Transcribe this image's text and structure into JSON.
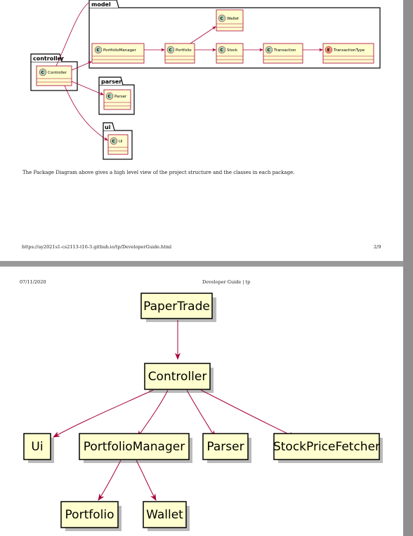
{
  "page1": {
    "packages": {
      "model": "model",
      "controller": "controller",
      "parser": "parser",
      "ui": "ui"
    },
    "classes": {
      "wallet": "Wallet",
      "portfolio_manager": "PortfolioManager",
      "portfolio": "Portfolio",
      "stock": "Stock",
      "transaction": "Transaction",
      "transaction_type": "TransactionType",
      "controller": "Controller",
      "parser": "Parser",
      "ui": "Ui"
    },
    "stereotypes": {
      "class": "C",
      "enum": "E"
    },
    "caption": "The Package Diagram above gives a high level view of the project structure and the classes in each package.",
    "footer_url": "https://ay2021s1-cs2113-t16-3.github.io/tp/DeveloperGuide.html",
    "footer_page": "2/9"
  },
  "page2": {
    "header_date": "07/11/2020",
    "header_title": "Developer Guide | tp",
    "nodes": {
      "papertrade": "PaperTrade",
      "controller": "Controller",
      "ui": "Ui",
      "portfolio_manager": "PortfolioManager",
      "parser": "Parser",
      "stock_price_fetcher": "StockPriceFetcher",
      "portfolio": "Portfolio",
      "wallet": "Wallet"
    }
  },
  "colors": {
    "class_fill": "#fefece",
    "border": "#a80036",
    "arrow": "#a80036",
    "class_icon": "#add1b2",
    "enum_icon": "#eb937f"
  }
}
